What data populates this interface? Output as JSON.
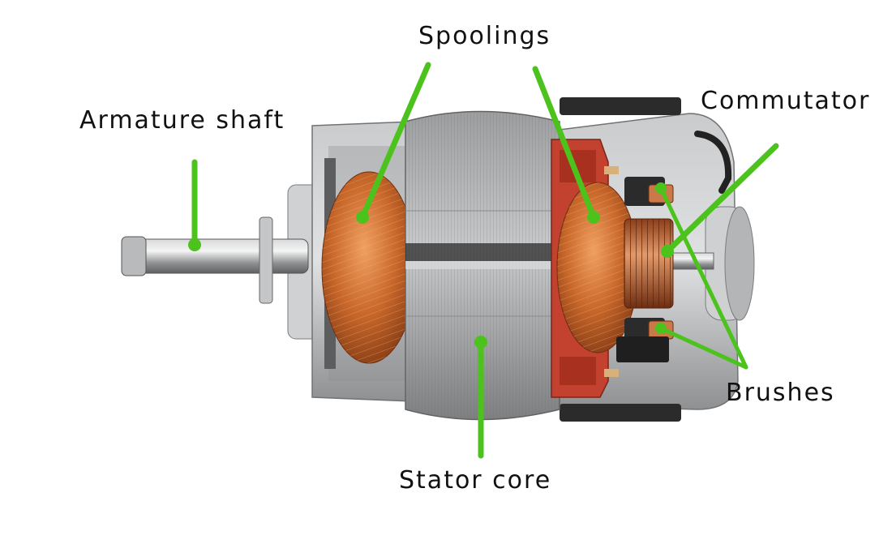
{
  "labels": {
    "armature_shaft": "Armature shaft",
    "spoolings": "Spoolings",
    "commutator": "Commutator",
    "brushes": "Brushes",
    "stator_core": "Stator core"
  },
  "colors": {
    "leader": "#4cc31c",
    "copper": "#c8672a",
    "steel": "#a9abad",
    "frame": "#b9bbbd",
    "red_insulator": "#c2412f",
    "background": "#ffffff"
  }
}
